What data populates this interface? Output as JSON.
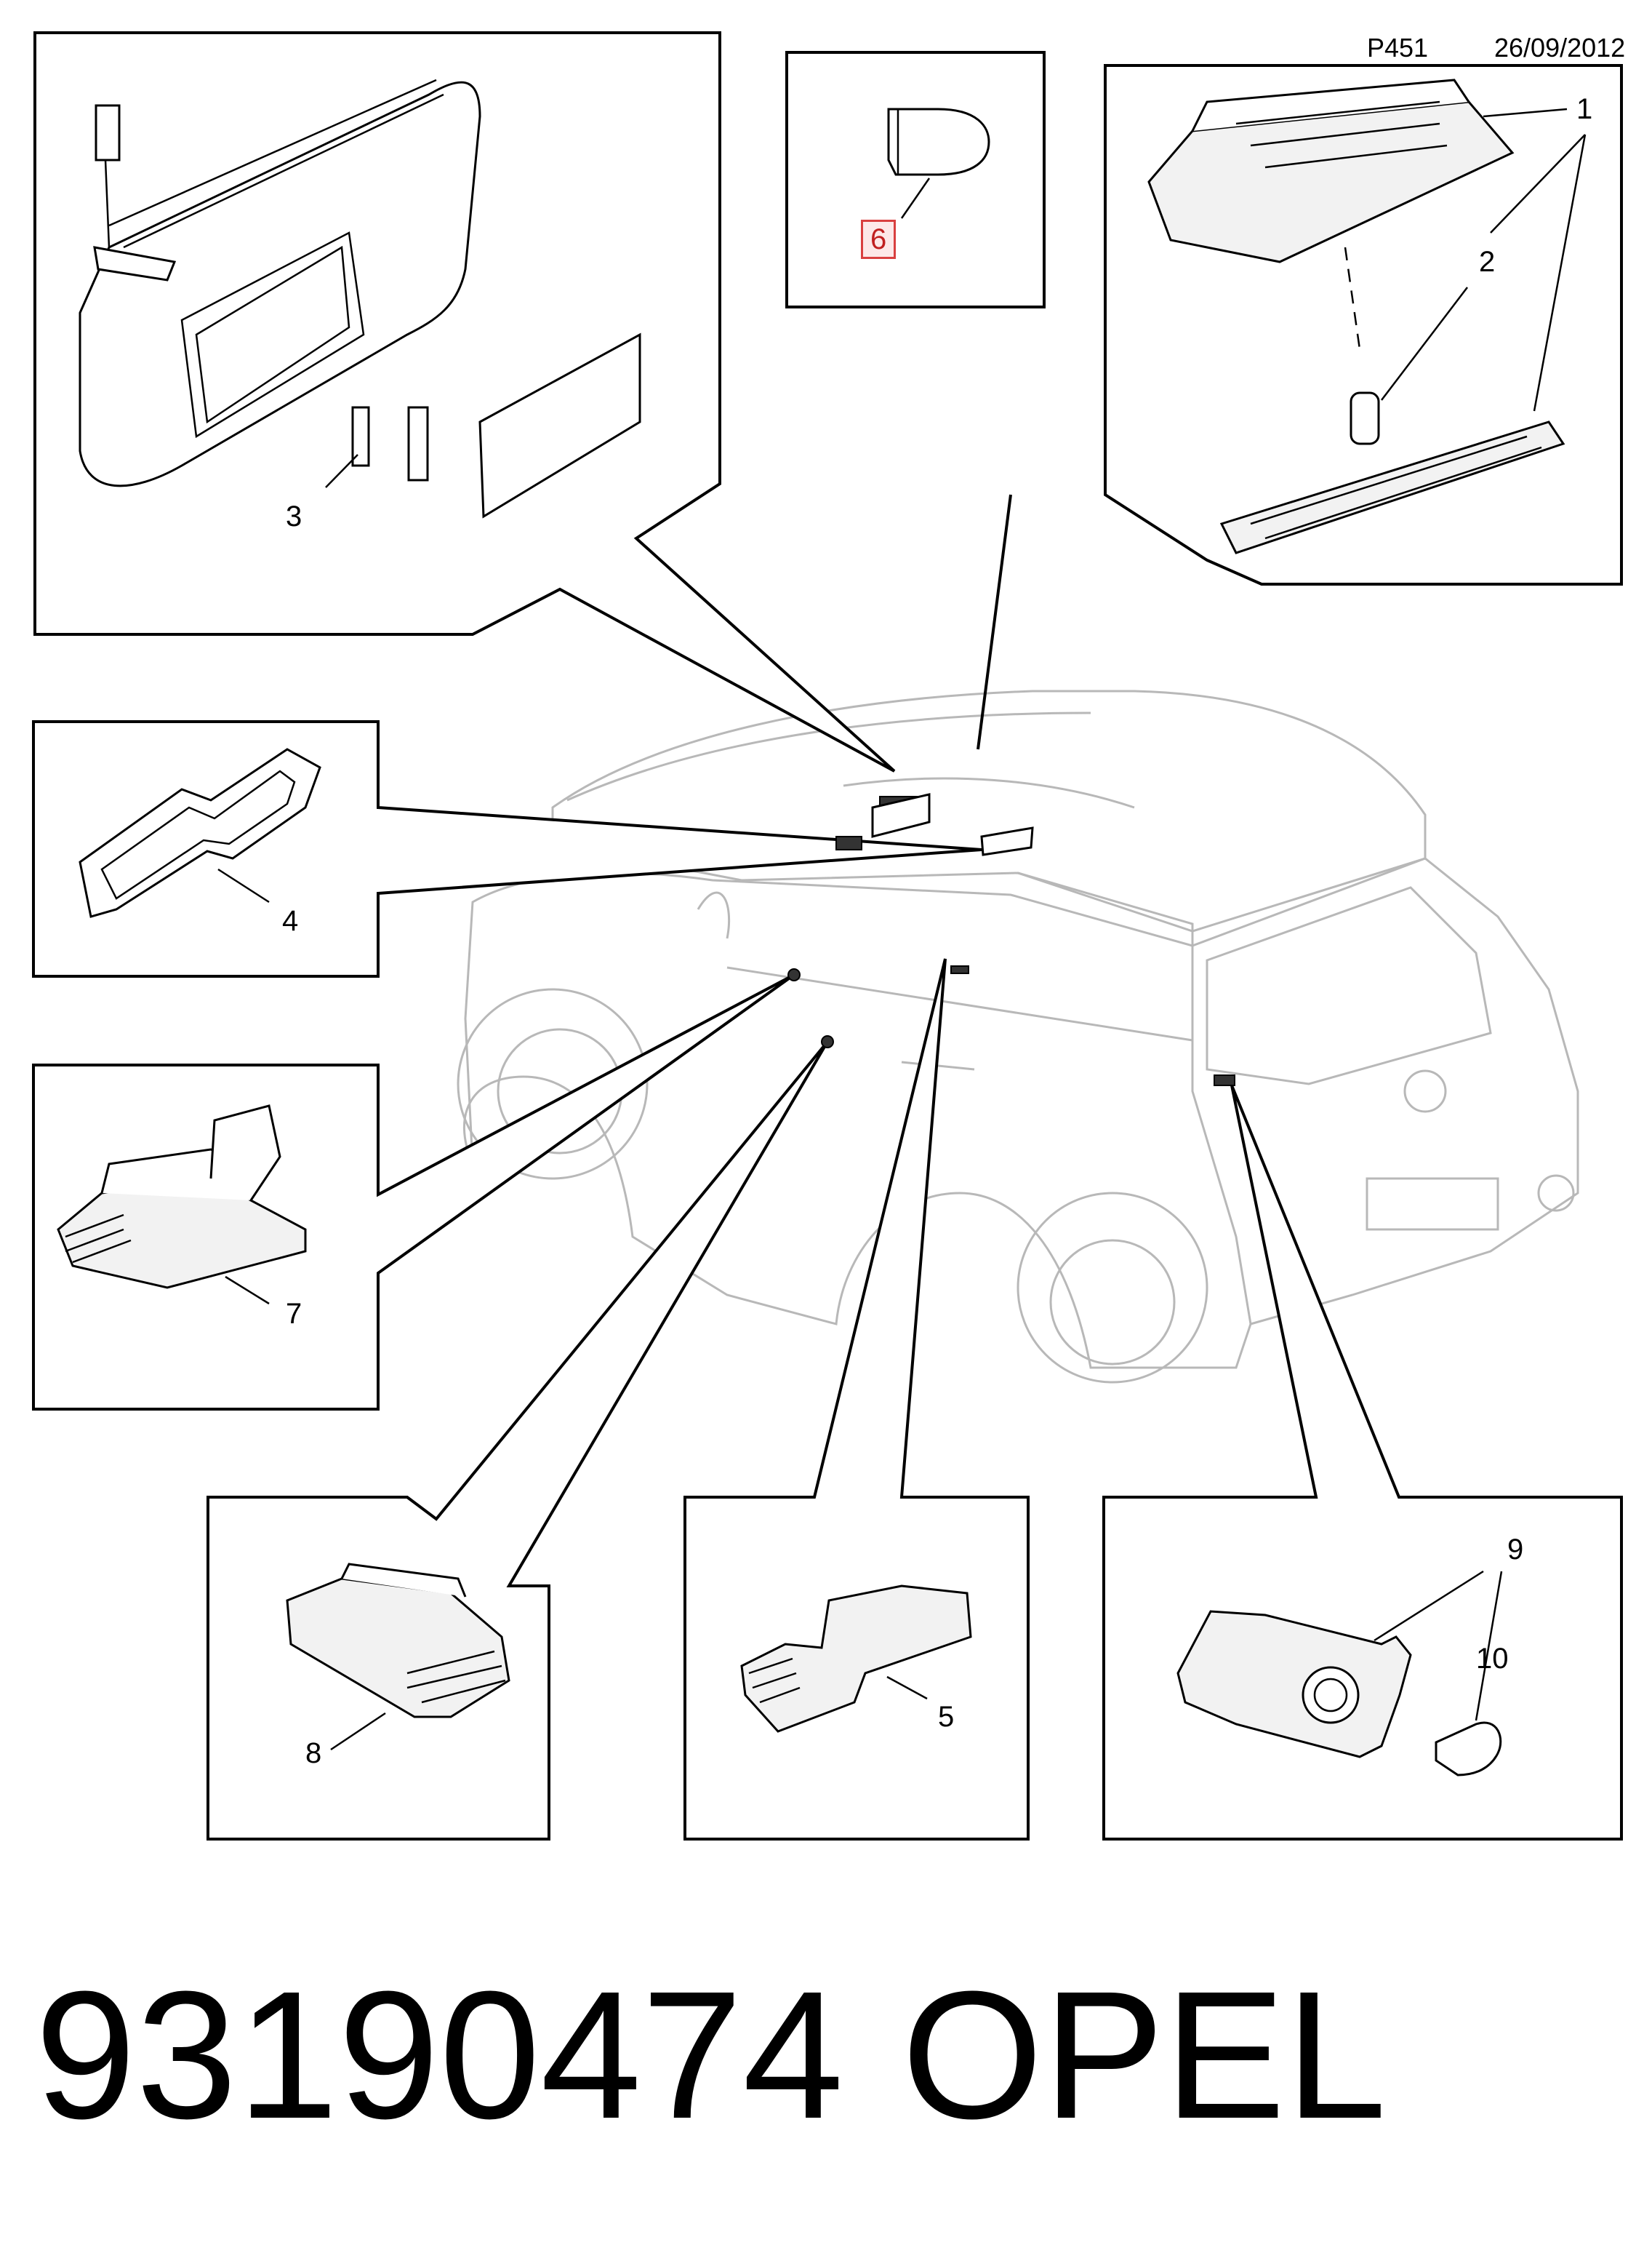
{
  "header": {
    "code": "P451",
    "date": "26/09/2012"
  },
  "callouts": {
    "c1": "1",
    "c2": "2",
    "c3": "3",
    "c4": "4",
    "c5": "5",
    "c6": "6",
    "c7": "7",
    "c8": "8",
    "c9": "9",
    "c10": "10"
  },
  "highlighted_callout": "6",
  "caption": {
    "part_number": "93190474",
    "brand": "OPEL"
  },
  "colors": {
    "highlight_border": "#d94040",
    "highlight_fill": "#fde8e8",
    "car_outline": "#b8b8b8"
  }
}
